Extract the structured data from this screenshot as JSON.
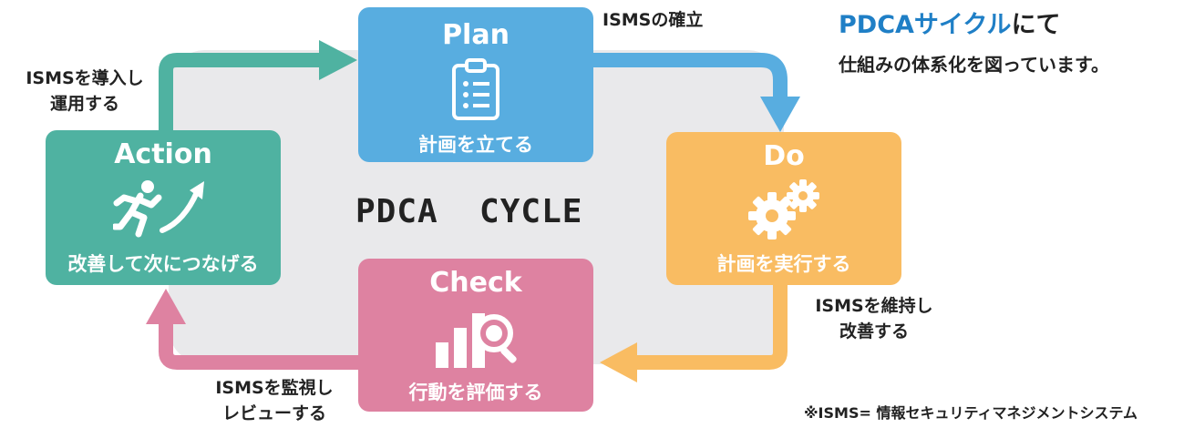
{
  "colors": {
    "plan": "#58ade0",
    "do": "#f9bc62",
    "check": "#de82a1",
    "action": "#4fb2a1",
    "heading_accent": "#1f7fc6",
    "center_bg": "#e9e9eb"
  },
  "center_label": "PDCA  CYCLE",
  "plan": {
    "title": "Plan",
    "subtitle": "計画を立てる",
    "icon": "clipboard-icon"
  },
  "do": {
    "title": "Do",
    "subtitle": "計画を実行する",
    "icon": "gears-icon"
  },
  "check": {
    "title": "Check",
    "subtitle": "行動を評価する",
    "icon": "bar-chart-magnifier-icon"
  },
  "action": {
    "title": "Action",
    "subtitle": "改善して次につなげる",
    "icon": "running-person-icon"
  },
  "captions": {
    "plan_to_do": "ISMSの確立",
    "do_to_check": [
      "ISMSを維持し",
      "改善する"
    ],
    "check_to_action": [
      "ISMSを監視し",
      "レビューする"
    ],
    "action_to_plan": [
      "ISMSを導入し",
      "運用する"
    ]
  },
  "heading": {
    "highlight": "PDCAサイクル",
    "rest": "にて",
    "line2": "仕組みの体系化を図っています。"
  },
  "footnote": "※ISMS= 情報セキュリティマネジメントシステム"
}
